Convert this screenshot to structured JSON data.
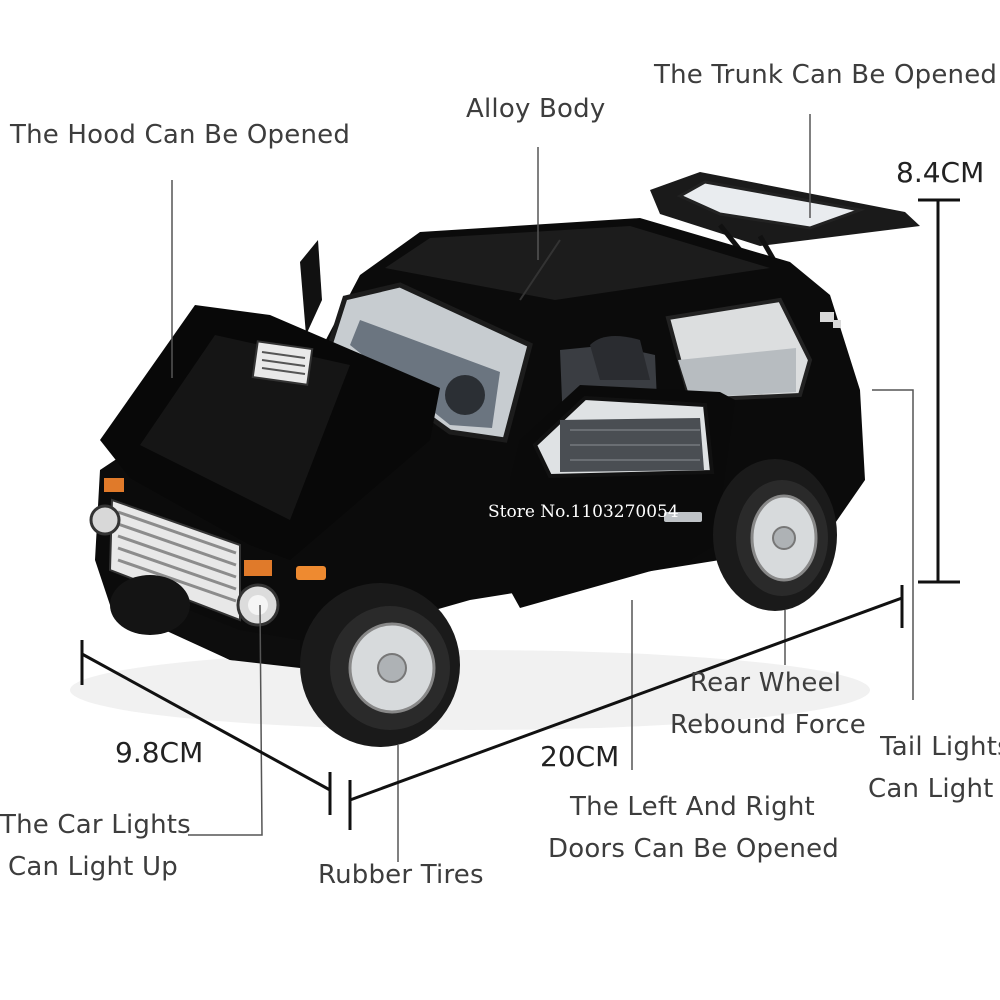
{
  "labels": {
    "hood": "The Hood Can Be Opened",
    "alloy_body": "Alloy Body",
    "trunk": "The Trunk Can Be Opened",
    "lights_line1": "The Car Lights",
    "lights_line2": "Can Light Up",
    "rubber_tires": "Rubber Tires",
    "doors_line1": "The Left And Right",
    "doors_line2": "Doors Can Be Opened",
    "rear_wheel_line1": "Rear Wheel",
    "rear_wheel_line2": "Rebound Force",
    "tail_line1": "Tail Lights",
    "tail_line2": "Can Light up"
  },
  "dimensions": {
    "height": "8.4CM",
    "width": "9.8CM",
    "length": "20CM"
  },
  "watermark": "Store No.1103270054",
  "colors": {
    "car_body": "#0b0b0b",
    "label_text": "#3d3d3d",
    "leader_line": "#555555",
    "background": "#ffffff"
  }
}
